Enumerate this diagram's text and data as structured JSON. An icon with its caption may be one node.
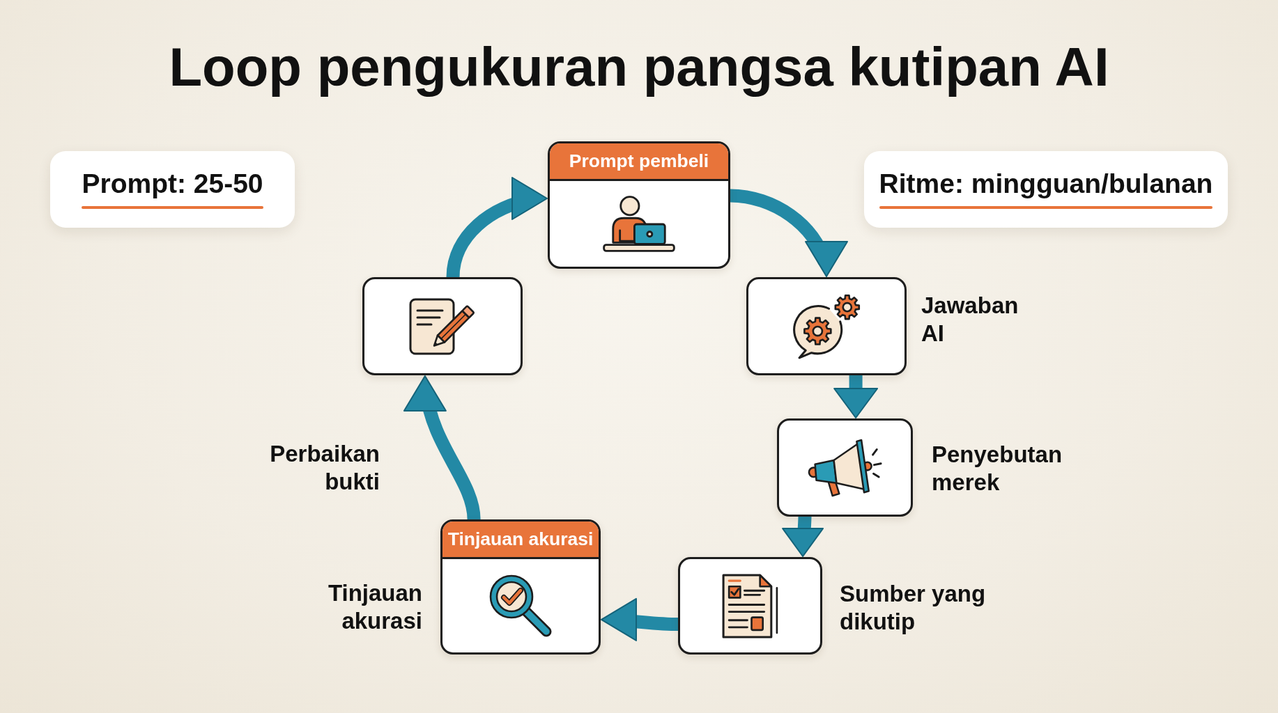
{
  "diagram": {
    "title": "Loop pengukuran pangsa kutipan AI",
    "nodes": [
      {
        "text": [
          "Prompt: 25-50"
        ]
      },
      {
        "text": [
          "Prompt pembeli"
        ]
      },
      {
        "text": [
          "Ritme: mingguan/bulanan"
        ]
      },
      {
        "text": [],
        "shape": "box"
      },
      {
        "text": [],
        "shape": "box",
        "beside": [
          "Jawaban AI"
        ]
      },
      {
        "text": [],
        "shape": "box",
        "beside": [
          "Penyebutan merek"
        ]
      },
      {
        "text": [
          "Tinjauan akurasi"
        ],
        "beside": [
          "Tinjauan akurasi"
        ]
      },
      {
        "text": [],
        "shape": "box",
        "beside": [
          "Sumber yang dikutip"
        ]
      }
    ],
    "edges": [
      {
        "from": 1,
        "to": 4,
        "arrow": "to"
      },
      {
        "from": 4,
        "to": 5,
        "arrow": "to"
      },
      {
        "from": 5,
        "to": 7,
        "arrow": "to"
      },
      {
        "from": 7,
        "to": 6,
        "arrow": "to"
      },
      {
        "from": 6,
        "to": 3,
        "arrow": "to",
        "label": "Perbaikan bukti"
      },
      {
        "from": 3,
        "to": 1,
        "arrow": "to"
      }
    ]
  }
}
